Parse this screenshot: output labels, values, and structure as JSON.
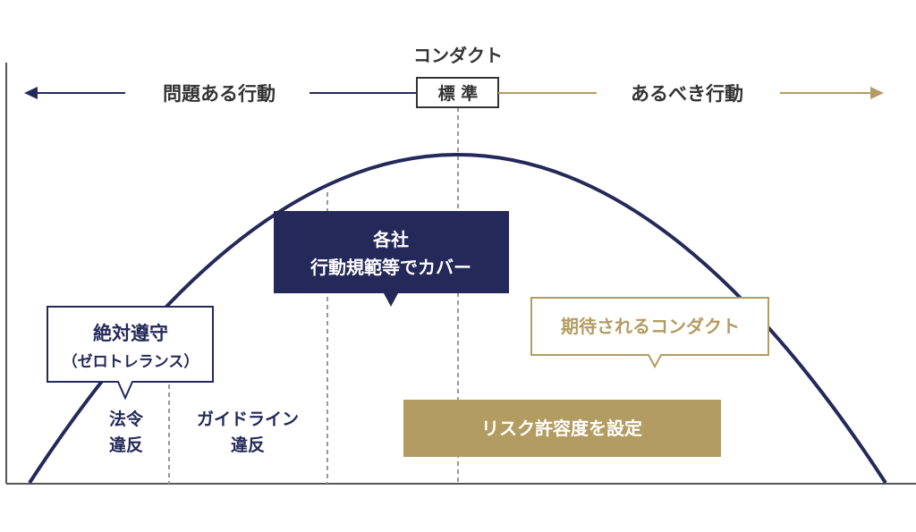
{
  "colors": {
    "navy": "#24295a",
    "gold": "#b39c62",
    "axis": "#555555",
    "dash": "#999999"
  },
  "header": {
    "conduct_label": "コンダクト",
    "standard_label": "標 準",
    "left_label": "問題ある行動",
    "right_label": "あるべき行動"
  },
  "callouts": {
    "company": {
      "line1": "各社",
      "line2": "行動規範等でカバー"
    },
    "absolute": {
      "line1": "絶対遵守",
      "line2": "（ゼロトレランス）"
    },
    "expected": {
      "text": "期待されるコンダクト"
    },
    "risk": {
      "text": "リスク許容度を設定"
    }
  },
  "zones": {
    "law": {
      "line1": "法令",
      "line2": "違反"
    },
    "guideline": {
      "line1": "ガイドライン",
      "line2": "違反"
    }
  }
}
